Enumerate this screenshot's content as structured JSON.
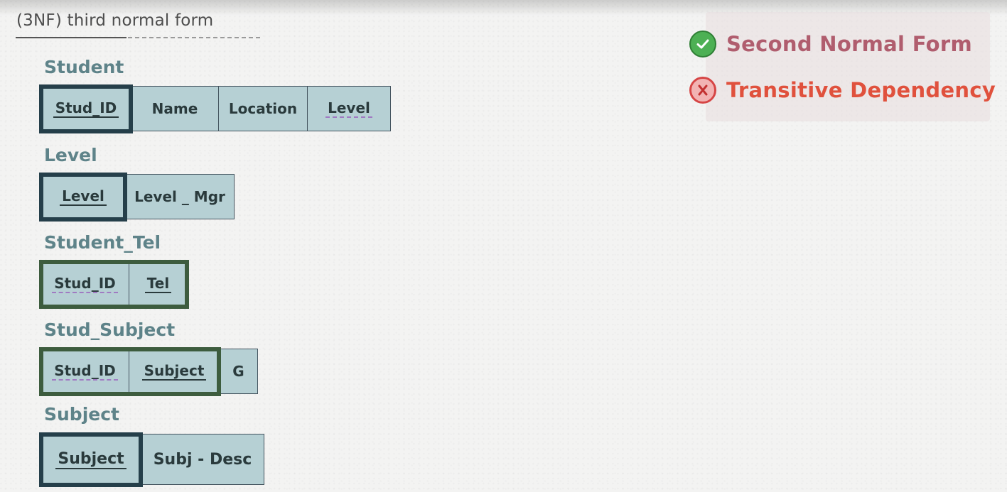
{
  "heading": "(3NF)  third normal form",
  "legend": {
    "items": [
      {
        "label": "Second Normal Form",
        "status": "check",
        "color": "#b05d6e"
      },
      {
        "label": "Transitive  Dependency",
        "status": "cross",
        "color": "#e0513d"
      }
    ]
  },
  "tables": {
    "student": {
      "name": "Student",
      "columns": [
        "Stud_ID",
        "Name",
        "Location",
        "Level"
      ]
    },
    "level": {
      "name": "Level",
      "columns": [
        "Level",
        "Level _ Mgr"
      ]
    },
    "student_tel": {
      "name": "Student_Tel",
      "columns": [
        "Stud_ID",
        "Tel"
      ]
    },
    "stud_subject": {
      "name": "Stud_Subject",
      "columns": [
        "Stud_ID",
        "Subject",
        "G"
      ]
    },
    "subject": {
      "name": "Subject",
      "columns": [
        "Subject",
        "Subj - Desc"
      ]
    }
  },
  "colors": {
    "cell_fill": "#b6d0d4",
    "primary_key_border": "#253f4a",
    "composite_key_border": "#3d5c3e",
    "foreign_key_underline": "#a07ac2",
    "table_name": "#5e8389"
  }
}
